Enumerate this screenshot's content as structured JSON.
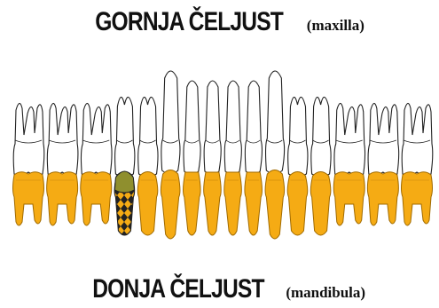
{
  "headings": {
    "upper_main": "GORNJA ČELJUST",
    "upper_sub": "(maxilla)",
    "lower_main": "DONJA ČELJUST",
    "lower_sub": "(mandibula)"
  },
  "colors": {
    "upper_fill": "#ffffff",
    "upper_stroke": "#222222",
    "lower_fill": "#f5ab14",
    "lower_stroke": "#a06a00",
    "crown_fill": "#8f8f2e",
    "pattern_dark": "#222222"
  },
  "upper_teeth": [
    {
      "type": "molar"
    },
    {
      "type": "molar"
    },
    {
      "type": "molar"
    },
    {
      "type": "premolar"
    },
    {
      "type": "premolar"
    },
    {
      "type": "canine"
    },
    {
      "type": "incisor"
    },
    {
      "type": "incisor"
    },
    {
      "type": "incisor"
    },
    {
      "type": "incisor"
    },
    {
      "type": "canine"
    },
    {
      "type": "premolar"
    },
    {
      "type": "premolar"
    },
    {
      "type": "molar"
    },
    {
      "type": "molar"
    },
    {
      "type": "molar"
    }
  ],
  "lower_teeth": [
    {
      "type": "molar"
    },
    {
      "type": "molar"
    },
    {
      "type": "molar"
    },
    {
      "type": "premolar",
      "marked": true
    },
    {
      "type": "premolar"
    },
    {
      "type": "canine"
    },
    {
      "type": "incisor"
    },
    {
      "type": "incisor"
    },
    {
      "type": "incisor"
    },
    {
      "type": "incisor"
    },
    {
      "type": "canine"
    },
    {
      "type": "premolar"
    },
    {
      "type": "premolar"
    },
    {
      "type": "molar"
    },
    {
      "type": "molar"
    },
    {
      "type": "molar"
    }
  ]
}
